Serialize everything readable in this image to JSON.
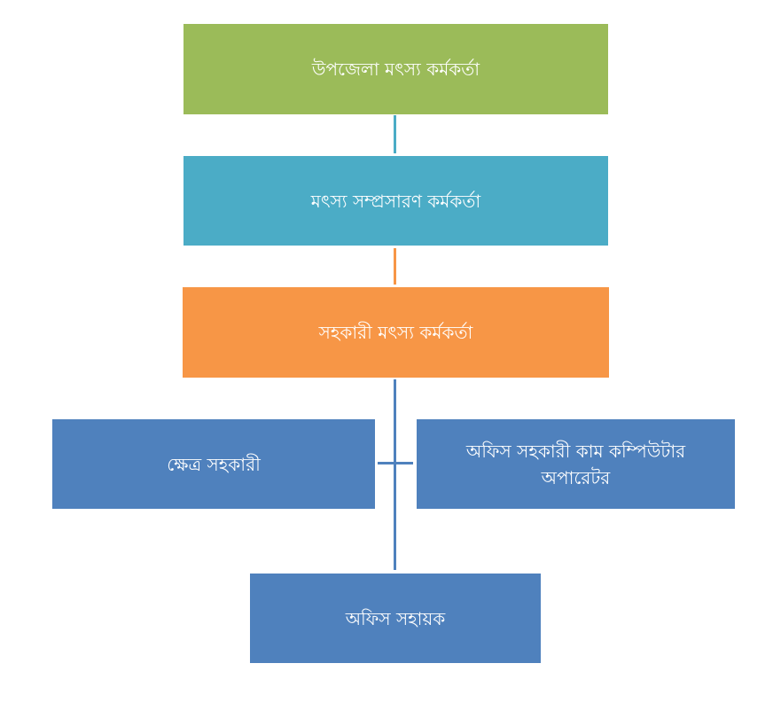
{
  "nodes": {
    "upazila_officer": {
      "label": "উপজেলা মৎস্য কর্মকর্তা",
      "color": "#9BBB59"
    },
    "extension_officer": {
      "label": "মৎস্য সম্প্রসারণ কর্মকর্তা",
      "color": "#4BACC6"
    },
    "assistant_officer": {
      "label": "সহকারী মৎস্য কর্মকর্তা",
      "color": "#F79646"
    },
    "field_assistant": {
      "label": "ক্ষেত্র সহকারী",
      "color": "#4F81BD"
    },
    "office_assistant_operator": {
      "label": "অফিস সহকারী কাম কম্পিউটার অপারেটর",
      "color": "#4F81BD"
    },
    "office_helper": {
      "label": "অফিস সহায়ক",
      "color": "#4F81BD"
    }
  }
}
